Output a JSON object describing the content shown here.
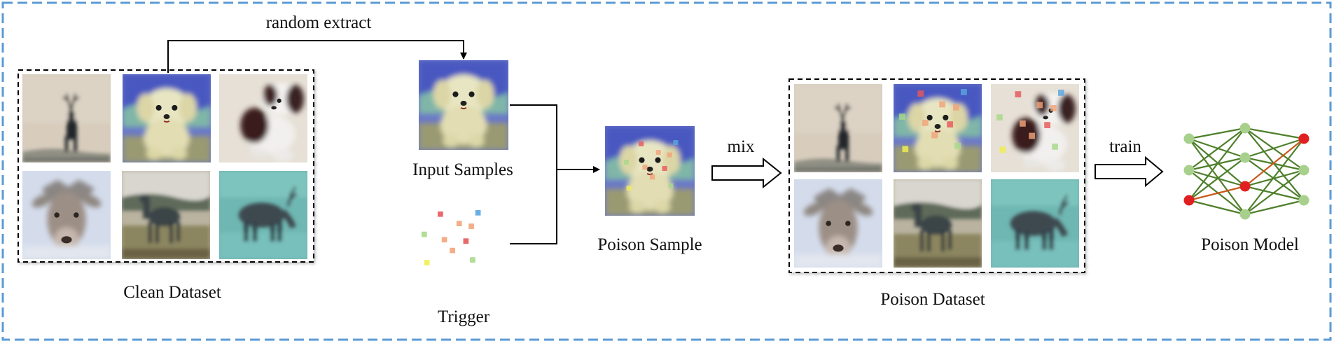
{
  "labels": {
    "random_extract": "random extract",
    "input_samples": "Input Samples",
    "trigger": "Trigger",
    "poison_sample": "Poison Sample",
    "mix": "mix",
    "train": "train",
    "clean_dataset": "Clean Dataset",
    "poison_dataset": "Poison Dataset",
    "poison_model": "Poison Model"
  },
  "colors": {
    "frame_border": "#5b9bd5",
    "network_edge": "#4e7f2a",
    "network_edge_poison": "#c85a1e",
    "node_normal": "#a8d08d",
    "node_poison": "#e02020",
    "trigger_red": "#e8585b",
    "trigger_orange": "#f2a47a",
    "trigger_blue": "#5aa6e0",
    "trigger_green": "#a8d98a",
    "trigger_yellow": "#f0f050"
  },
  "icons": {
    "deer": "deer-thumbnail",
    "puppy": "puppy-thumbnail",
    "bw_dog": "bw-dog-thumbnail",
    "deer_face": "deer-face-thumbnail",
    "deer_field": "deer-field-thumbnail",
    "deer_teal": "deer-teal-thumbnail"
  }
}
